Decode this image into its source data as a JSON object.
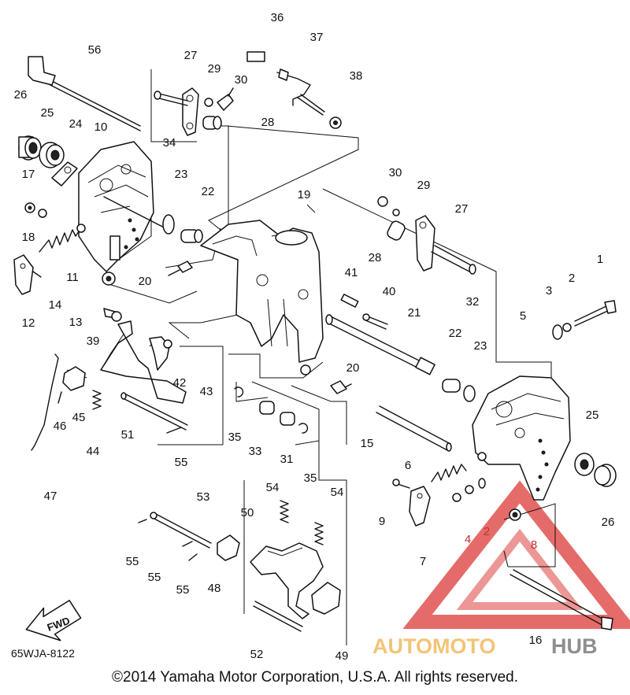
{
  "diagram": {
    "code": "65WJA-8122",
    "fwd_label": "FWD",
    "copyright": "©2014 Yamaha Motor Corporation, U.S.A. All rights reserved.",
    "watermark": {
      "part_a": "AUTOMOTO",
      "part_b": "HUB",
      "colors": {
        "accent": "#e0524f",
        "text_a": "#f2c478",
        "text_b": "#8f8f8f"
      }
    },
    "callouts": [
      "1",
      "2",
      "3",
      "4",
      "5",
      "6",
      "7",
      "8",
      "9",
      "10",
      "11",
      "12",
      "13",
      "14",
      "15",
      "16",
      "17",
      "18",
      "19",
      "20",
      "21",
      "22",
      "23",
      "24",
      "25",
      "26",
      "27",
      "28",
      "29",
      "30",
      "31",
      "32",
      "33",
      "34",
      "35",
      "36",
      "37",
      "38",
      "39",
      "40",
      "41",
      "42",
      "43",
      "44",
      "45",
      "46",
      "47",
      "48",
      "49",
      "50",
      "51",
      "52",
      "53",
      "54",
      "55",
      "56"
    ],
    "dup_labels": {
      "n20": "20",
      "n22": "22",
      "n23": "23",
      "n25": "25",
      "n26": "26",
      "n27": "27",
      "n28": "28",
      "n29": "29",
      "n30": "30",
      "n35": "35",
      "n54": "54",
      "n55": "55",
      "n2": "2",
      "n4": "4"
    }
  }
}
